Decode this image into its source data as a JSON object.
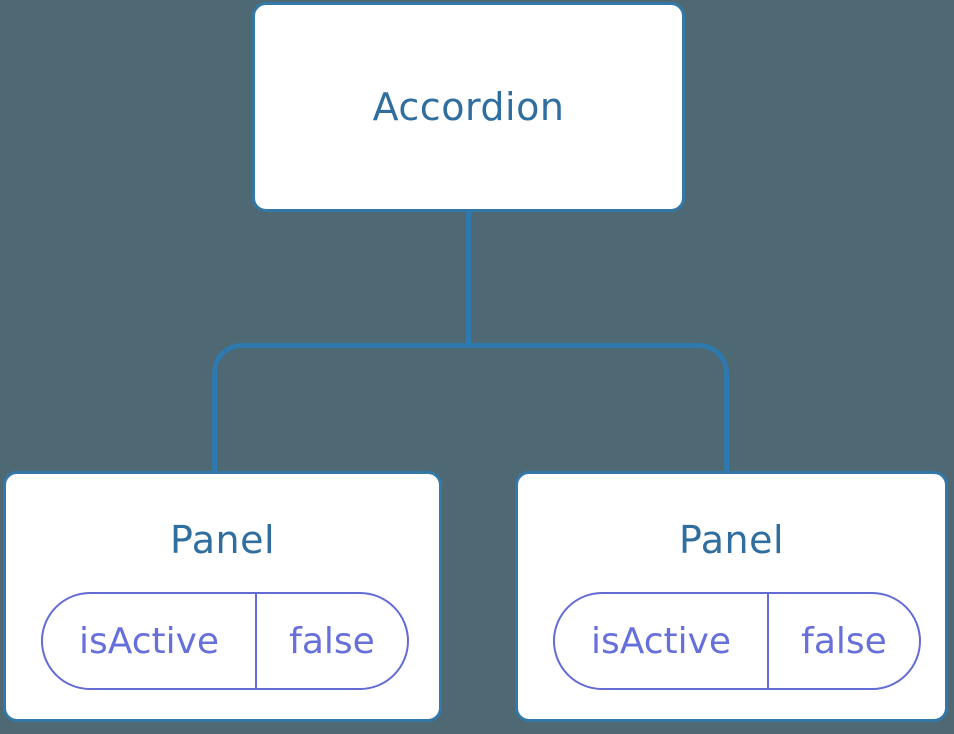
{
  "diagram": {
    "background_color": "#4e6973",
    "node_border_color": "#3478a8",
    "connector_color": "#2e79ad",
    "heading_text_color": "#2f6e9e",
    "state_pill_color": "#636bd5",
    "state_text_color": "#6770da",
    "root": {
      "label": "Accordion"
    },
    "children": [
      {
        "label": "Panel",
        "state_key": "isActive",
        "state_value": "false"
      },
      {
        "label": "Panel",
        "state_key": "isActive",
        "state_value": "false"
      }
    ]
  }
}
